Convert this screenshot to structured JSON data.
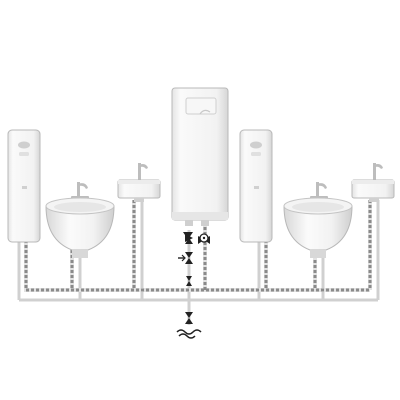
{
  "diagram": {
    "type": "plumbing-schematic",
    "components": [
      {
        "id": "water-heater-left",
        "kind": "instantaneous-water-heater",
        "icon": "water-heater-icon"
      },
      {
        "id": "washbasin-left",
        "kind": "washbasin-with-faucet",
        "icon": "washbasin-icon"
      },
      {
        "id": "sink-left",
        "kind": "wall-sink-with-faucet",
        "icon": "sink-icon"
      },
      {
        "id": "water-heater-center",
        "kind": "storage-water-heater",
        "icon": "boiler-icon"
      },
      {
        "id": "water-heater-right",
        "kind": "instantaneous-water-heater",
        "icon": "water-heater-icon"
      },
      {
        "id": "washbasin-right",
        "kind": "washbasin-with-faucet",
        "icon": "washbasin-icon"
      },
      {
        "id": "sink-right",
        "kind": "wall-sink-with-faucet",
        "icon": "sink-icon"
      }
    ],
    "fittings": [
      {
        "id": "valve-upper",
        "icon": "valve-icon"
      },
      {
        "id": "mixing-valve",
        "icon": "thermostatic-valve-icon"
      },
      {
        "id": "check-valve",
        "icon": "check-valve-icon"
      },
      {
        "id": "shutoff-valve-lower",
        "icon": "valve-icon"
      },
      {
        "id": "supply-valve",
        "icon": "valve-icon"
      },
      {
        "id": "water-supply",
        "icon": "water-wave-icon"
      }
    ],
    "pipes": {
      "hot": "dashed",
      "cold": "solid"
    },
    "colors": {
      "background": "#ffffff",
      "appliance_fill": "#f5f5f5",
      "appliance_stroke": "#b8b8b8",
      "hot_pipe_dash": "#8a8a8a",
      "cold_pipe": "#cfcfcf",
      "symbol": "#222222"
    }
  }
}
